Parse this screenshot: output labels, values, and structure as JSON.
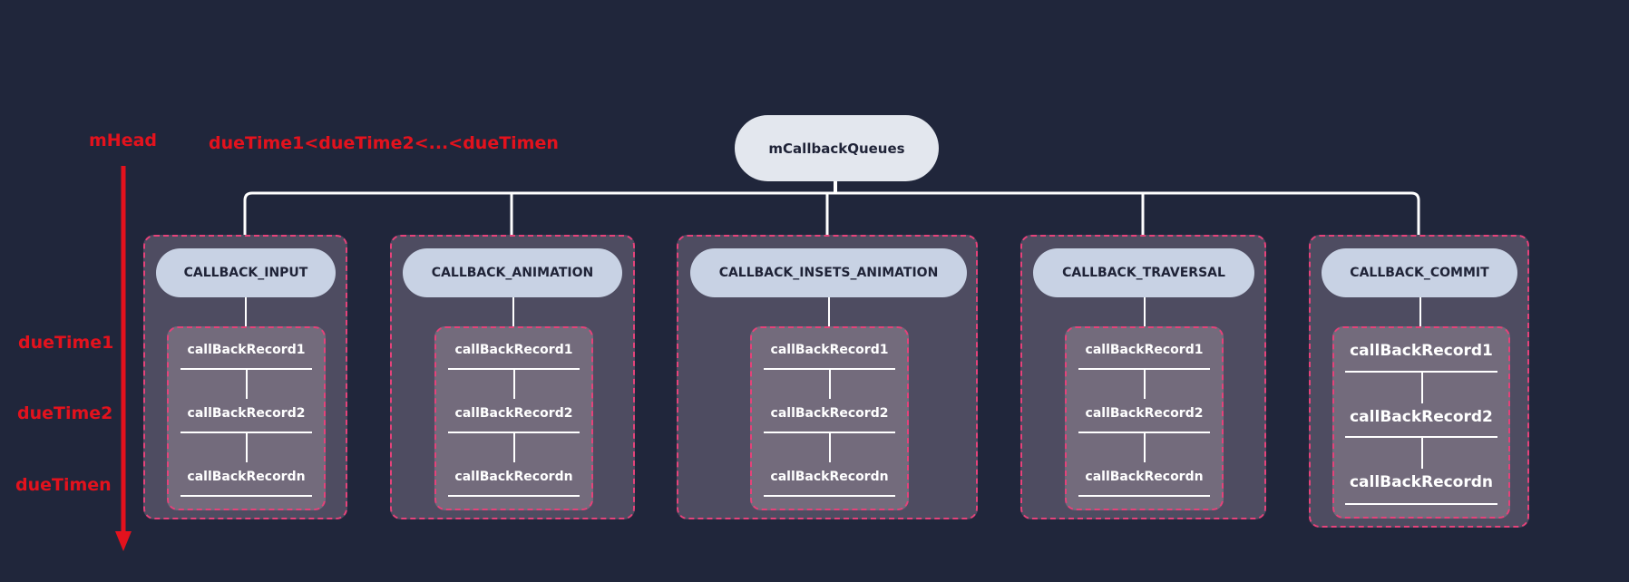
{
  "root": {
    "label": "mCallbackQueues"
  },
  "axis": {
    "head_label": "mHead",
    "order_label": "dueTime1<dueTime2<...<dueTimen",
    "rows": [
      "dueTime1",
      "dueTime2",
      "dueTimen"
    ]
  },
  "queues": [
    {
      "label": "CALLBACK_INPUT",
      "records": [
        "callBackRecord1",
        "callBackRecord2",
        "callBackRecordn"
      ]
    },
    {
      "label": "CALLBACK_ANIMATION",
      "records": [
        "callBackRecord1",
        "callBackRecord2",
        "callBackRecordn"
      ]
    },
    {
      "label": "CALLBACK_INSETS_ANIMATION",
      "records": [
        "callBackRecord1",
        "callBackRecord2",
        "callBackRecordn"
      ]
    },
    {
      "label": "CALLBACK_TRAVERSAL",
      "records": [
        "callBackRecord1",
        "callBackRecord2",
        "callBackRecordn"
      ]
    },
    {
      "label": "CALLBACK_COMMIT",
      "records": [
        "callBackRecord1",
        "callBackRecord2",
        "callBackRecordn"
      ]
    }
  ],
  "colors": {
    "background": "#20263b",
    "accent_red": "#e3121d",
    "dash_border": "#e5427a",
    "group_fill": "#4e4c61",
    "list_fill": "#736b7c",
    "pill_fill": "#c8d2e4"
  }
}
